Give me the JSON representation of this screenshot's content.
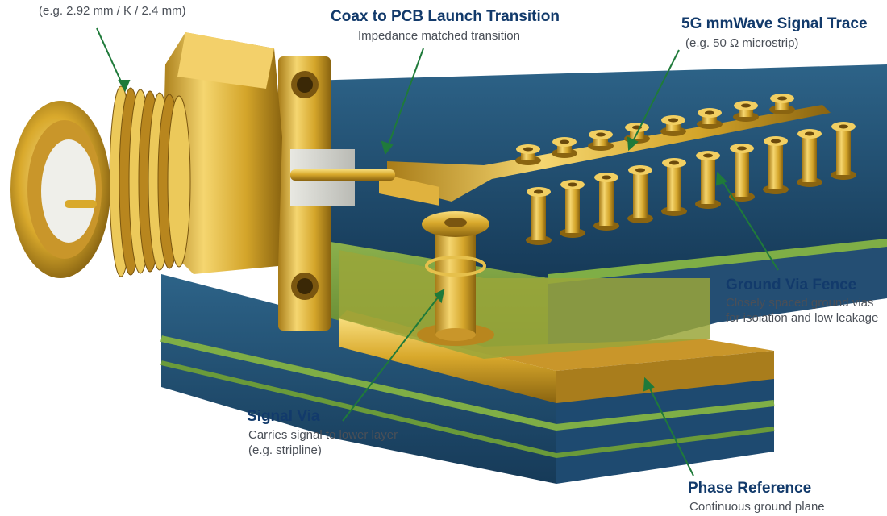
{
  "labels": {
    "connector": {
      "subtitle": "(e.g. 2.92 mm / K / 2.4 mm)"
    },
    "launch": {
      "title": "Coax to PCB Launch Transition",
      "subtitle": "Impedance matched transition"
    },
    "trace": {
      "title": "5G mmWave Signal Trace",
      "subtitle": "(e.g. 50 Ω microstrip)"
    },
    "via_fence": {
      "title": "Ground Via Fence",
      "subtitle_line1": "Closely spaced ground vias",
      "subtitle_line2": "for isolation and low leakage"
    },
    "signal_via": {
      "title": "Signal Via",
      "subtitle_line1": "Carries signal to lower layer",
      "subtitle_line2": "(e.g. stripline)"
    },
    "phase_ref": {
      "title": "Phase Reference",
      "subtitle": "Continuous ground plane"
    }
  },
  "colors": {
    "gold": "#d4a52a",
    "gold_dark": "#8a6410",
    "gold_light": "#f6dc7a",
    "board_blue": "#1f4a6e",
    "board_green": "#6f9a3c",
    "leader_green": "#1f7a3a",
    "title_navy": "#123a6b"
  }
}
